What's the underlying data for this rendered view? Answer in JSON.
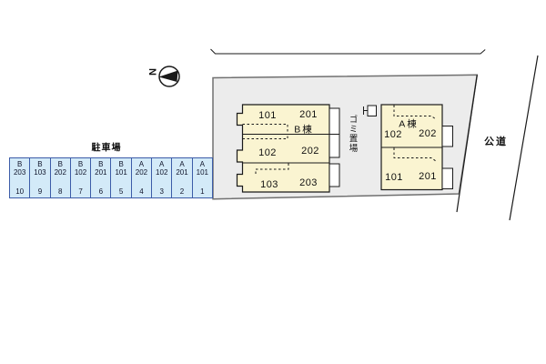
{
  "compass": {
    "north_label": "N"
  },
  "parking": {
    "title": "駐車場",
    "spaces": [
      {
        "building": "B",
        "room": "203",
        "space_no": "10"
      },
      {
        "building": "B",
        "room": "103",
        "space_no": "9"
      },
      {
        "building": "B",
        "room": "202",
        "space_no": "8"
      },
      {
        "building": "B",
        "room": "102",
        "space_no": "7"
      },
      {
        "building": "B",
        "room": "201",
        "space_no": "6"
      },
      {
        "building": "B",
        "room": "101",
        "space_no": "5"
      },
      {
        "building": "A",
        "room": "202",
        "space_no": "4"
      },
      {
        "building": "A",
        "room": "102",
        "space_no": "3"
      },
      {
        "building": "A",
        "room": "201",
        "space_no": "2"
      },
      {
        "building": "A",
        "room": "101",
        "space_no": "1"
      }
    ]
  },
  "site": {
    "garbage_label": "ゴミ置場",
    "building_b": {
      "name": "B棟",
      "rooms": [
        "101",
        "201",
        "102",
        "202",
        "103",
        "203"
      ]
    },
    "building_a": {
      "name": "A棟",
      "rooms": [
        "102",
        "202",
        "101",
        "201"
      ]
    }
  },
  "road_label": "公道",
  "colors": {
    "site_fill": "#ececec",
    "site_border": "#707070",
    "building_fill": "#faf4d1",
    "building_border": "#1a1a1a",
    "balcony_fill": "#ffffff",
    "parking_fill": "#d3eaf8",
    "parking_border": "#3c5ca8",
    "line_color": "#1a1a1a"
  }
}
